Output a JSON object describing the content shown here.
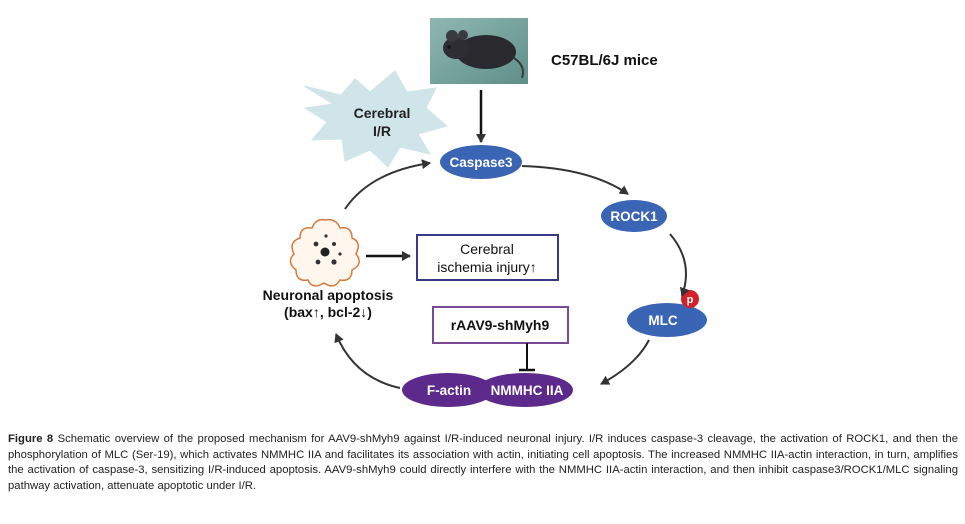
{
  "diagram": {
    "mice_label": "C57BL/6J mice",
    "cerebral_ir": [
      "Cerebral",
      "I/R"
    ],
    "nodes": {
      "caspase3": "Caspase3",
      "rock1": "ROCK1",
      "mlc": "MLC",
      "phospho": "p",
      "factin": "F-actin",
      "nmmhc": "NMMHC IIA"
    },
    "injury_box": [
      "Cerebral",
      "ischemia injury↑"
    ],
    "raav_box": "rAAV9-shMyh9",
    "apoptosis": [
      "Neuronal apoptosis",
      "(bax↑, bcl-2↓)"
    ]
  },
  "caption": {
    "label": "Figure 8",
    "text": " Schematic overview of the proposed mechanism for AAV9-shMyh9 against I/R-induced neuronal injury. I/R induces caspase-3 cleavage, the activation of ROCK1, and then the phosphorylation of MLC (Ser-19), which activates NMMHC IIA and facilitates its association with actin, initiating cell apoptosis. The increased NMMHC IIA-actin interaction, in turn, amplifies the activation of caspase-3, sensitizing I/R-induced apoptosis. AAV9-shMyh9 could directly interfere with the NMMHC IIA-actin interaction, and then inhibit caspase3/ROCK1/MLC signaling pathway activation, attenuate apoptotic under I/R."
  },
  "colors": {
    "node_blue": "#3a64b4",
    "node_purple": "#5b2a8a",
    "raav_border": "#7b4a96",
    "burst_fill": "#cfe5ea",
    "phospho_red": "#d4202a",
    "cell_outline": "#d67a3c"
  }
}
